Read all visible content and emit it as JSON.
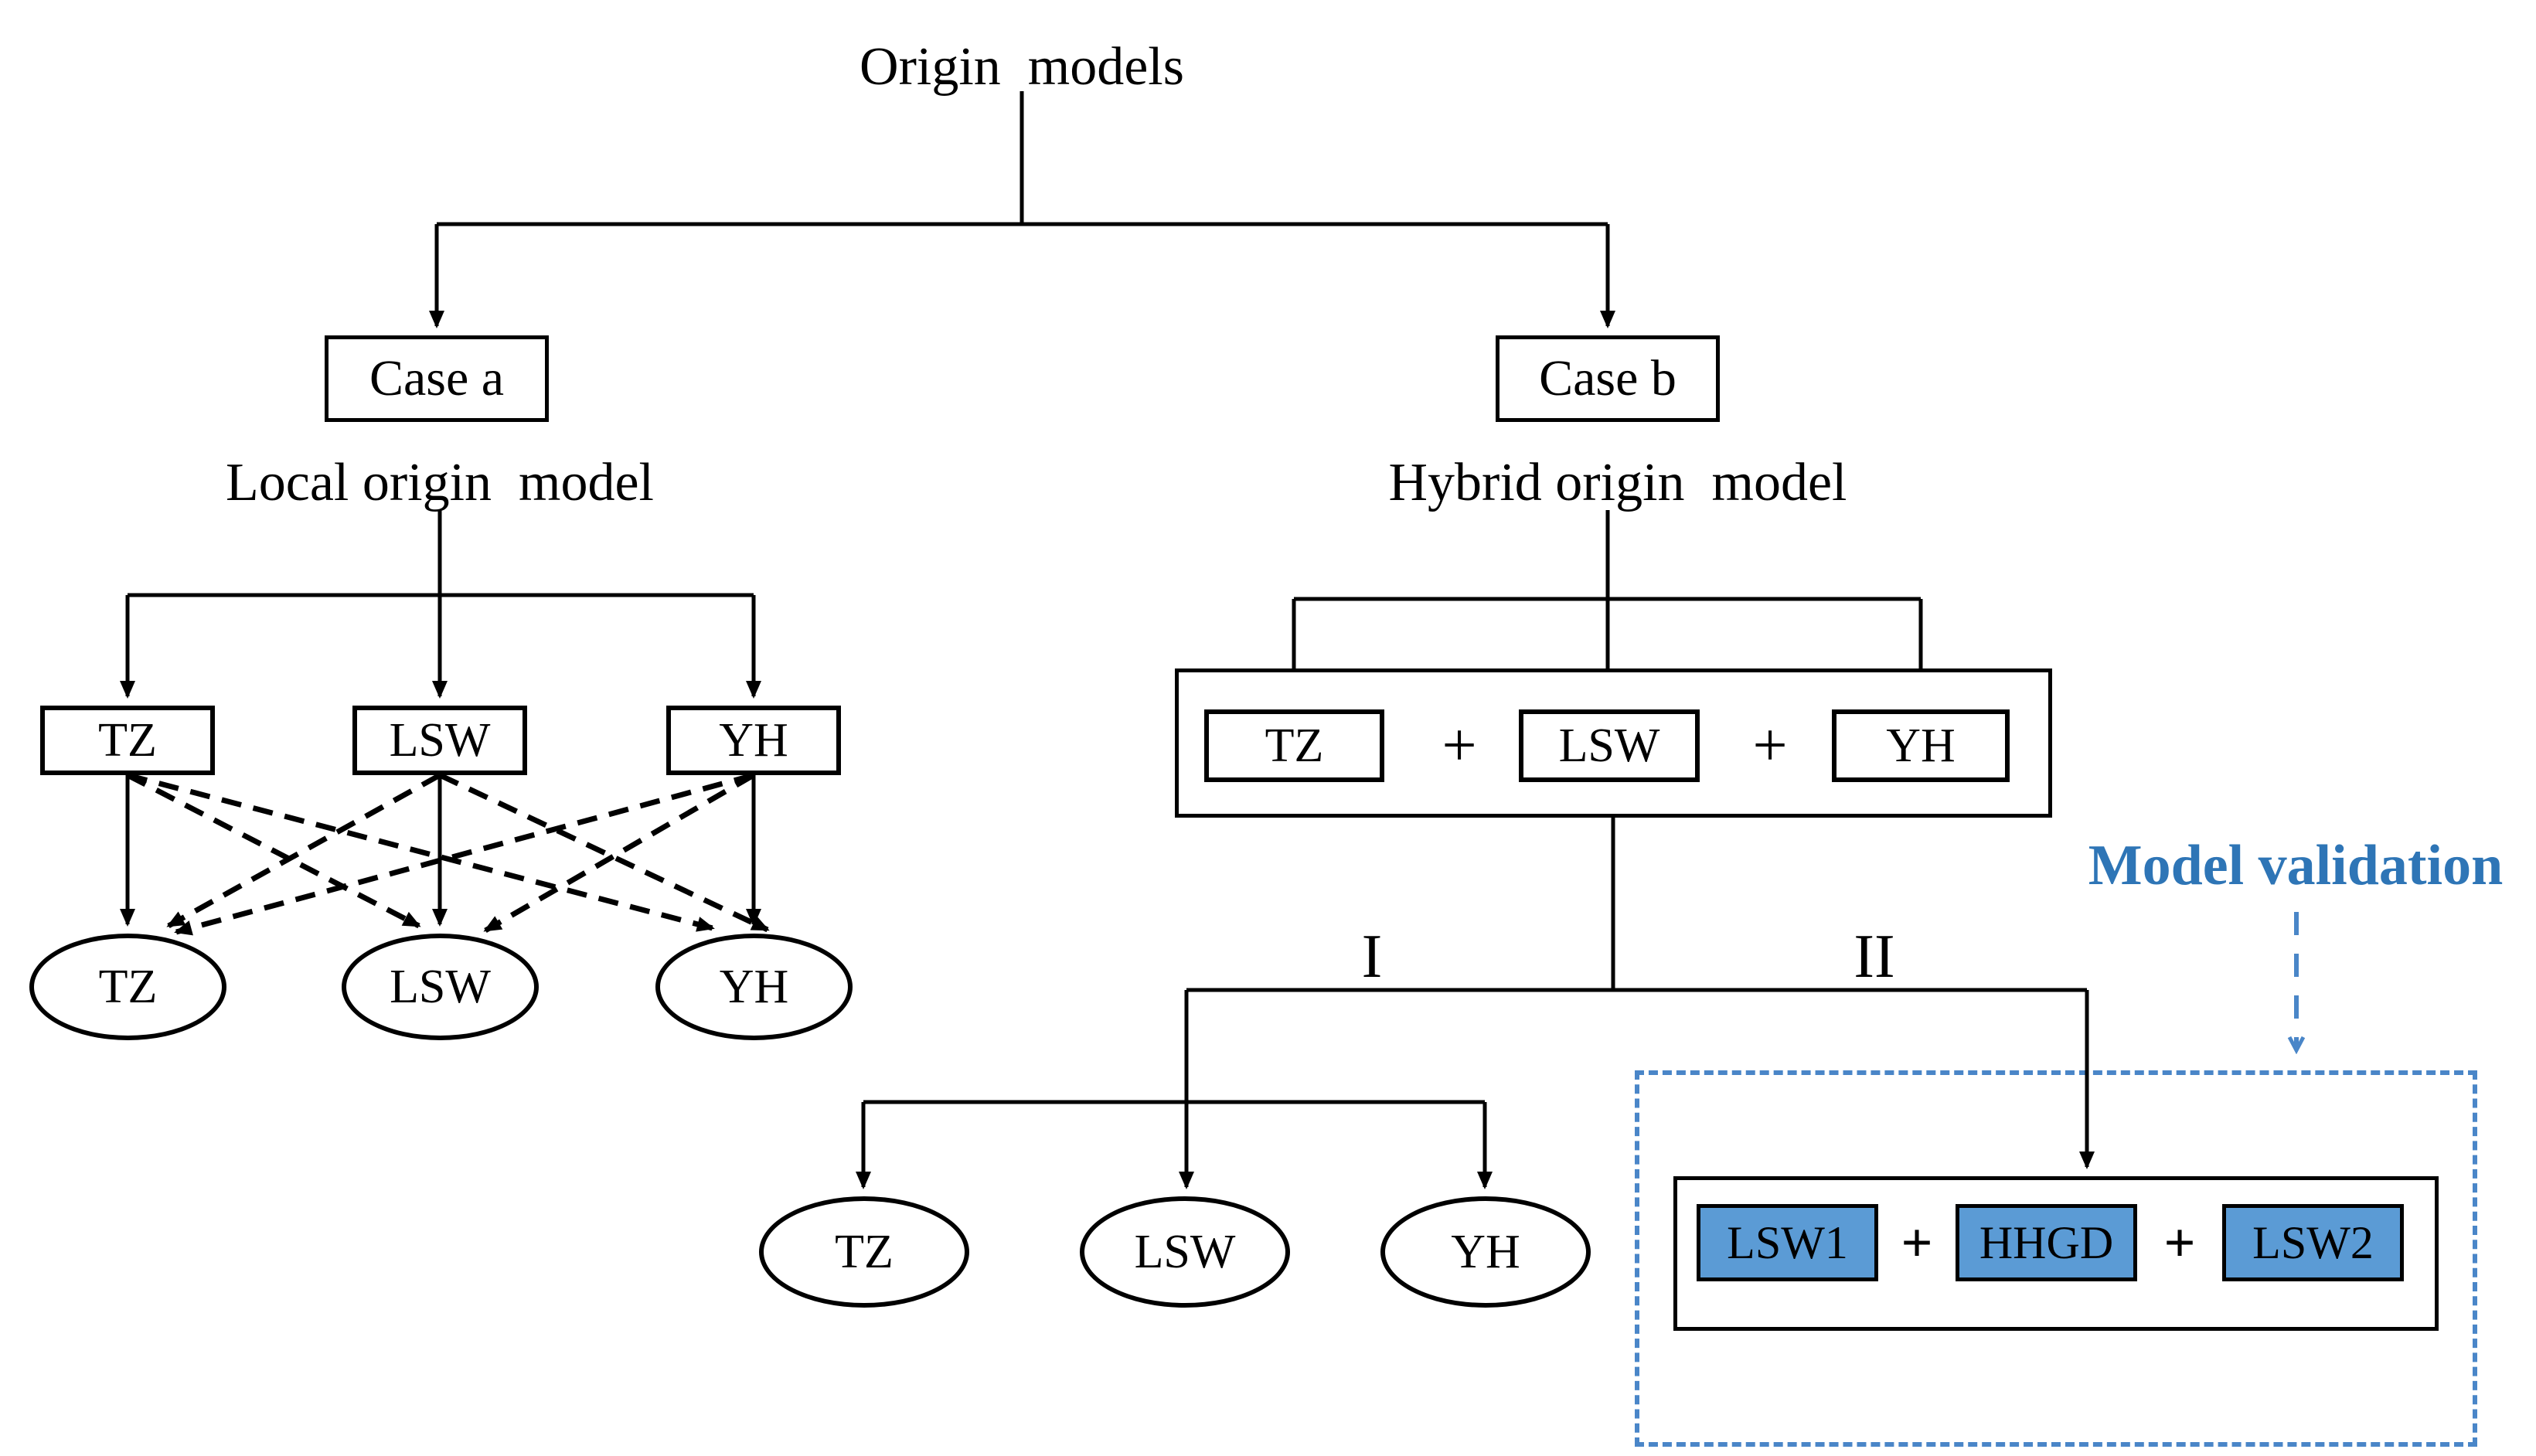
{
  "root_label": "Origin  models",
  "left": {
    "case": "Case a",
    "subtitle": "Local origin  model",
    "boxes": [
      "TZ",
      "LSW",
      "YH"
    ],
    "ellipses": [
      "TZ",
      "LSW",
      "YH"
    ]
  },
  "right": {
    "case": "Case b",
    "subtitle": "Hybrid origin  model",
    "sum_boxes": [
      "TZ",
      "LSW",
      "YH"
    ],
    "plus": "+",
    "branch_labels": {
      "first": "I",
      "second": "II"
    },
    "branch1_ellipses": [
      "TZ",
      "LSW",
      "YH"
    ],
    "validation": {
      "title": "Model validation",
      "boxes": [
        "LSW1",
        "HHGD",
        "LSW2"
      ],
      "plus": "+"
    }
  },
  "colors": {
    "line": "#000000",
    "blue_box_fill": "#5b9bd5",
    "validation_title_text": "#2e75b6",
    "dashed_blue": "#4a86c8",
    "background": "#ffffff"
  }
}
